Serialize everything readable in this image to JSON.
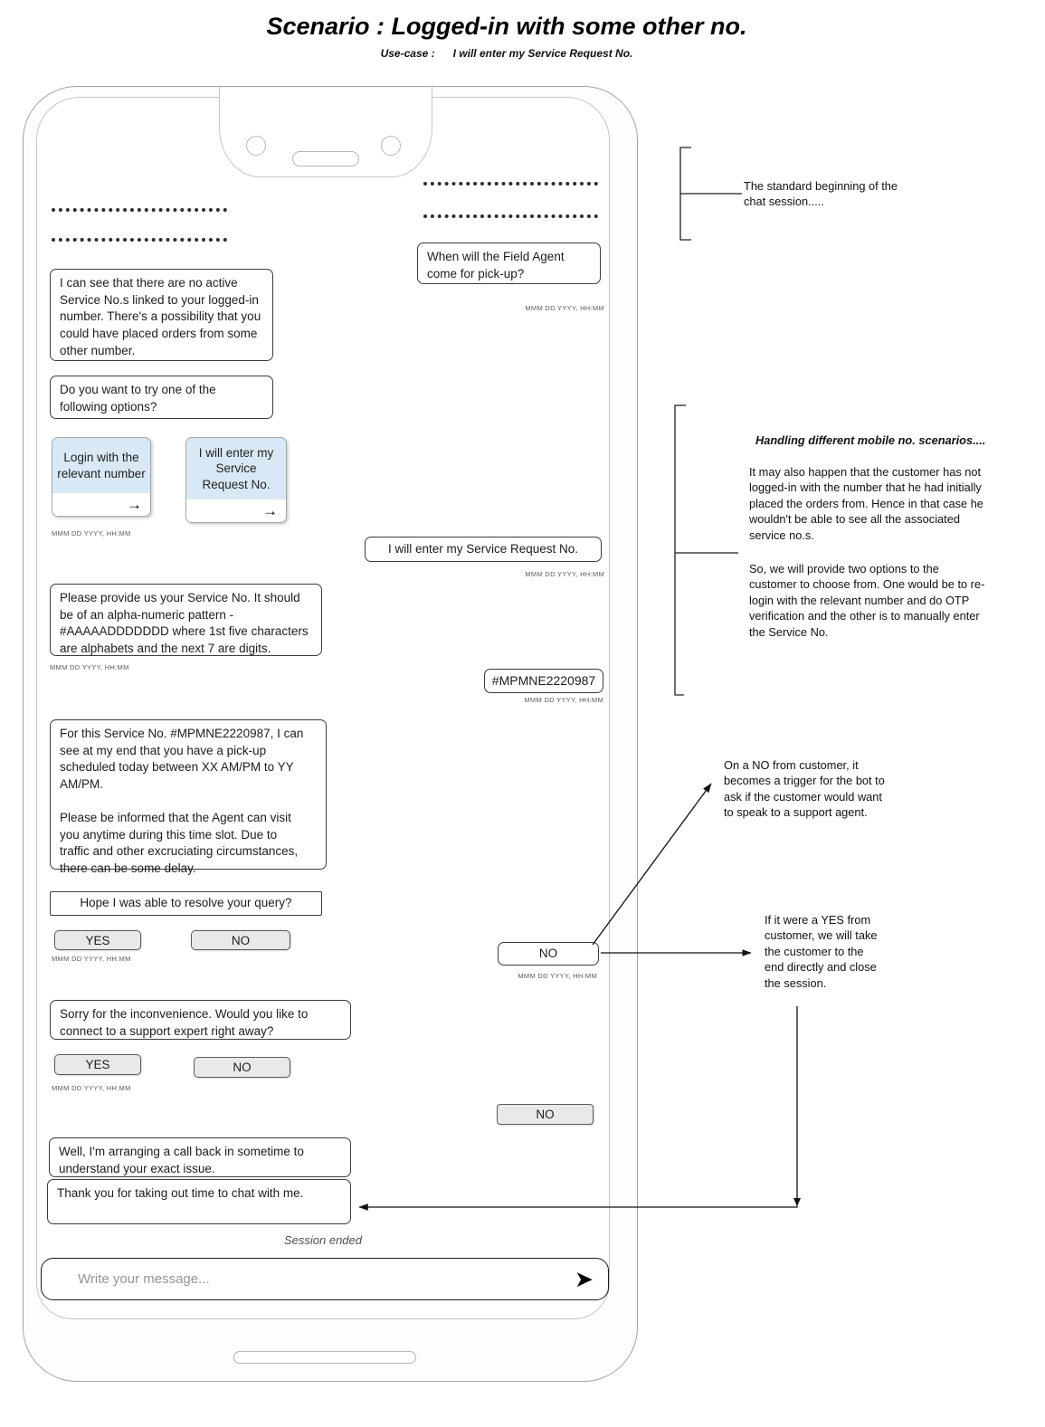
{
  "header": {
    "title": "Scenario : Logged-in with some other no.",
    "use_case_label": "Use-case :",
    "use_case_value": "I will enter my Service Request No."
  },
  "timestamp_placeholder": "MMM DD YYYY, HH:MM",
  "chat": {
    "user_msg_pickup": "When will the Field Agent\ncome for pick-up?",
    "bot_no_active": "I can see that there are no active\nService No.s linked to your logged-in\nnumber. There's a possibility that you\ncould have placed orders from some\nother number.",
    "bot_try_options": "Do you want to try one of the\nfollowing options?",
    "option_login": "Login with the\nrelevant number",
    "option_enter_srn": "I will enter my\nService\nRequest No.",
    "option_arrow_icon": "→",
    "user_enter_srn": "I will enter my Service Request No.",
    "bot_provide_service_no": "Please provide us your Service No. It should\nbe of an alpha-numeric pattern -\n#AAAAADDDDDDD where 1st five characters\nare alphabets and the next 7 are digits.",
    "user_service_no": "#MPMNE2220987",
    "bot_pickup_schedule": "For this Service No. #MPMNE2220987, I can\nsee at my end that you have a pick-up\nscheduled today between XX AM/PM to YY\nAM/PM.\n\nPlease be informed that the Agent can visit\nyou anytime during this time slot. Due to\ntraffic and other excruciating circumstances,\nthere can be some delay.",
    "bot_resolve_query": "Hope I was able to resolve your query?",
    "yes_label": "YES",
    "no_label": "NO",
    "user_no_reply_1": "NO",
    "bot_sorry": "Sorry for the inconvenience. Would you like to\nconnect to a support expert right away?",
    "user_no_reply_2": "NO",
    "bot_callback": "Well, I'm arranging a call back in sometime to\nunderstand your exact issue.",
    "bot_thanks": "Thank you for taking out time to chat with me.",
    "session_ended": "Session ended",
    "input_placeholder": "Write your message...",
    "send_icon": "➤"
  },
  "annotations": {
    "standard_beginning": "The standard beginning of the\nchat session.....",
    "handling_heading": "Handling different mobile no. scenarios....",
    "handling_p1": "It may also happen that the customer has not\nlogged-in with the number that he had initially\nplaced the orders from. Hence in that case he\nwouldn't be able to see all the associated\nservice no.s.",
    "handling_p2": "So, we will provide two options to the\ncustomer to choose from. One would be to re-\nlogin with the relevant number and do OTP\nverification and the other is to manually enter\nthe Service No.",
    "on_no": "On a NO from customer, it\nbecomes a trigger for the bot to\nask if the customer would want\nto speak to a support agent.",
    "if_yes": "If it were a YES from\ncustomer, we will take\nthe customer to the\nend directly and close\nthe session."
  },
  "colors": {
    "option_card_bg": "#d9e8f5",
    "quick_reply_bg": "#e9e9e9",
    "frame_line": "#a2a2a2",
    "bubble_border": "#3c3c3c",
    "annotation_line": "#111111"
  }
}
